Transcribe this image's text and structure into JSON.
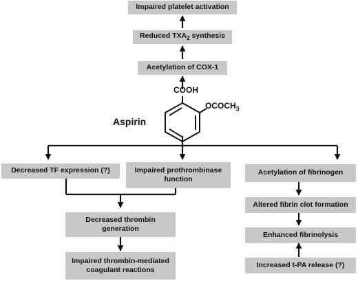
{
  "diagram": {
    "drug_label": "Aspirin",
    "molecule": {
      "cooh": "COOH",
      "ococh3_main": "OCOCH",
      "ococh3_sub": "3"
    },
    "platelet_pathway": {
      "acetylation_cox1": "Acetylation of COX-1",
      "reduced_txa2_main": "Reduced TXA",
      "reduced_txa2_sub": "2",
      "reduced_txa2_rest": " synthesis",
      "impaired_platelet": "Impaired platelet activation"
    },
    "coagulation_pathway": {
      "decreased_tf": "Decreased TF expression (?)",
      "impaired_prothrombinase": "Impaired prothrombinase function",
      "decreased_thrombin": "Decreased thrombin generation",
      "impaired_thrombin_mediated": "Impaired thrombin-mediated coagulant reactions"
    },
    "fibrinolysis_pathway": {
      "acetylation_fibrinogen": "Acetylation of fibrinogen",
      "altered_clot": "Altered fibrin clot formation",
      "enhanced_fibrinolysis": "Enhanced fibrinolysis",
      "increased_tpa": "Increased t-PA release (?)"
    }
  }
}
